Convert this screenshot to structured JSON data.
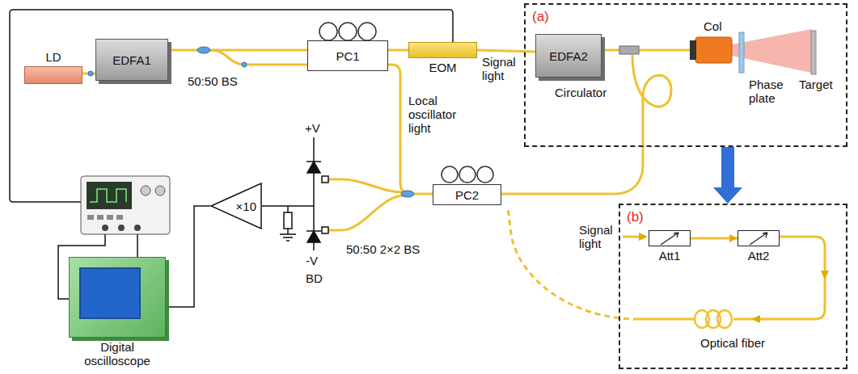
{
  "diagram": {
    "nodes": [
      {
        "text": [
          "LD"
        ]
      },
      {
        "text": [
          "EDFA1"
        ]
      },
      {
        "text": [
          "PC1"
        ]
      },
      {
        "text": [
          "EOM"
        ]
      },
      {
        "text": [
          "(a)"
        ]
      },
      {
        "text": [
          "EDFA2"
        ],
        "in": 4
      },
      {
        "text": [
          "PC2"
        ]
      },
      {
        "text": [
          "×10"
        ]
      },
      {
        "text": [
          "Digital oscilloscope"
        ]
      },
      {
        "text": [
          "(b)"
        ]
      },
      {
        "text": [
          "Att1"
        ],
        "in": 9
      },
      {
        "text": [
          "Att2"
        ],
        "in": 9
      }
    ],
    "edges": [
      {
        "from": 0,
        "to": 1,
        "arrow": "none"
      },
      {
        "from": 1,
        "to": 2,
        "arrow": "none"
      },
      {
        "from": 2,
        "to": 3,
        "arrow": "none"
      },
      {
        "from": 3,
        "to": 5,
        "arrow": "none",
        "label": "Signal light"
      },
      {
        "from": 4,
        "to": 9,
        "arrow": "to"
      },
      {
        "from": 10,
        "to": 11,
        "arrow": "to"
      },
      {
        "from": 7,
        "to": 8,
        "arrow": "none"
      }
    ],
    "labels": [
      "50:50 BS",
      "Circulator",
      "Col",
      "Phase plate",
      "Target",
      "Local oscillator light",
      "+V",
      "-V",
      "BD",
      "50:50 2×2 BS",
      "Signal light",
      "Optical fiber"
    ]
  }
}
